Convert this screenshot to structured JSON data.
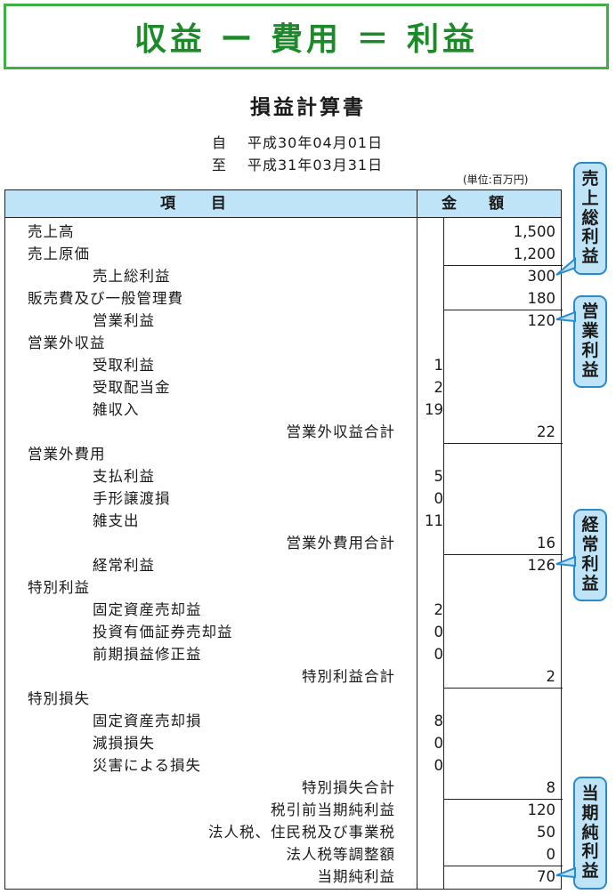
{
  "banner": "収益 ー 費用 ＝ 利益",
  "doc_title": "損益計算書",
  "period": {
    "from_label": "自",
    "from_date": "平成30年04月01日",
    "to_label": "至",
    "to_date": "平成31年03月31日"
  },
  "unit": "(単位:百万円)",
  "header": {
    "item": "項目",
    "amount": "金額"
  },
  "rows": [
    {
      "label": "売上高",
      "indent": 0,
      "sub": "",
      "amt": "1,500",
      "line": false
    },
    {
      "label": "売上原価",
      "indent": 0,
      "sub": "",
      "amt": "1,200",
      "line": false
    },
    {
      "label": "売上総利益",
      "indent": 1,
      "sub": "",
      "amt": "300",
      "line": true
    },
    {
      "label": "販売費及び一般管理費",
      "indent": 0,
      "sub": "",
      "amt": "180",
      "line": false
    },
    {
      "label": "営業利益",
      "indent": 1,
      "sub": "",
      "amt": "120",
      "line": true
    },
    {
      "label": "営業外収益",
      "indent": 0,
      "sub": "",
      "amt": "",
      "line": false
    },
    {
      "label": "受取利益",
      "indent": 1,
      "sub": "1",
      "amt": "",
      "line": false
    },
    {
      "label": "受取配当金",
      "indent": 1,
      "sub": "2",
      "amt": "",
      "line": false
    },
    {
      "label": "雑収入",
      "indent": 1,
      "sub": "19",
      "amt": "",
      "line": false
    },
    {
      "label": "営業外収益合計",
      "indent": 2,
      "sub": "",
      "amt": "22",
      "line": false
    },
    {
      "label": "営業外費用",
      "indent": 0,
      "sub": "",
      "amt": "",
      "line": true
    },
    {
      "label": "支払利益",
      "indent": 1,
      "sub": "5",
      "amt": "",
      "line": false
    },
    {
      "label": "手形譲渡損",
      "indent": 1,
      "sub": "0",
      "amt": "",
      "line": false
    },
    {
      "label": "雑支出",
      "indent": 1,
      "sub": "11",
      "amt": "",
      "line": false
    },
    {
      "label": "営業外費用合計",
      "indent": 2,
      "sub": "",
      "amt": "16",
      "line": false
    },
    {
      "label": "経常利益",
      "indent": 1,
      "sub": "",
      "amt": "126",
      "line": true
    },
    {
      "label": "特別利益",
      "indent": 0,
      "sub": "",
      "amt": "",
      "line": false
    },
    {
      "label": "固定資産売却益",
      "indent": 1,
      "sub": "2",
      "amt": "",
      "line": false
    },
    {
      "label": "投資有価証券売却益",
      "indent": 1,
      "sub": "0",
      "amt": "",
      "line": false
    },
    {
      "label": "前期損益修正益",
      "indent": 1,
      "sub": "0",
      "amt": "",
      "line": false
    },
    {
      "label": "特別利益合計",
      "indent": 2,
      "sub": "",
      "amt": "2",
      "line": false
    },
    {
      "label": "特別損失",
      "indent": 0,
      "sub": "",
      "amt": "",
      "line": true
    },
    {
      "label": "固定資産売却損",
      "indent": 1,
      "sub": "8",
      "amt": "",
      "line": false
    },
    {
      "label": "減損損失",
      "indent": 1,
      "sub": "0",
      "amt": "",
      "line": false
    },
    {
      "label": "災害による損失",
      "indent": 1,
      "sub": "0",
      "amt": "",
      "line": false
    },
    {
      "label": "特別損失合計",
      "indent": 2,
      "sub": "",
      "amt": "8",
      "line": false
    },
    {
      "label": "税引前当期純利益",
      "indent": 2,
      "sub": "",
      "amt": "120",
      "line": true
    },
    {
      "label": "法人税、住民税及び事業税",
      "indent": 2,
      "sub": "",
      "amt": "50",
      "line": false
    },
    {
      "label": "法人税等調整額",
      "indent": 2,
      "sub": "",
      "amt": "0",
      "line": false
    },
    {
      "label": "当期純利益",
      "indent": 2,
      "sub": "",
      "amt": "70",
      "line": true
    }
  ],
  "tags": [
    {
      "text": "売上総利益",
      "row": 2
    },
    {
      "text": "営業利益",
      "row": 4
    },
    {
      "text": "経常利益",
      "row": 15
    },
    {
      "text": "当期純利益",
      "row": 29
    }
  ],
  "colors": {
    "banner_green": "#3cb043",
    "header_blue": "#bfe3f7",
    "tag_border": "#2a8ad0"
  }
}
